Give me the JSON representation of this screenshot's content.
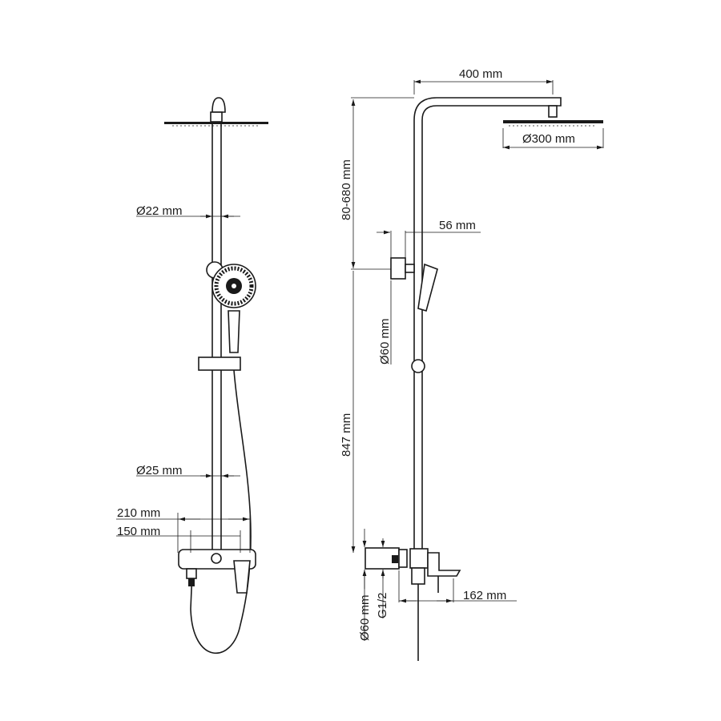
{
  "front_view": {
    "dim_pipe_upper": "Ø22 mm",
    "dim_pipe_lower": "Ø25 mm",
    "dim_width_outer": "210 mm",
    "dim_width_inner": "150 mm"
  },
  "side_view": {
    "dim_arm_length": "400 mm",
    "dim_head_diameter": "Ø300 mm",
    "dim_height_adjust": "80-680 mm",
    "dim_wall_offset": "56 mm",
    "dim_holder_diameter": "Ø60 mm",
    "dim_body_height": "847 mm",
    "dim_escutcheon_diameter": "Ø60 mm",
    "dim_thread": "G1/2",
    "dim_spout_length": "162 mm"
  }
}
